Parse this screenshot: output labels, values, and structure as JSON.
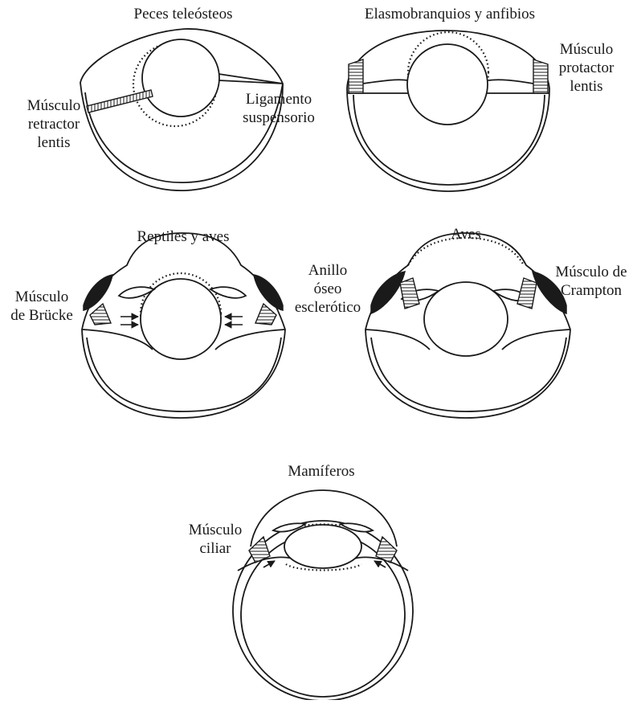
{
  "panels": [
    {
      "id": "teleosts",
      "title": "Peces teleósteos",
      "labels": {
        "left": [
          "Músculo",
          "retractor",
          "lentis"
        ],
        "right": [
          "Ligamento",
          "suspensorio"
        ]
      }
    },
    {
      "id": "elasmo",
      "title": "Elasmobranquios y anfibios",
      "labels": {
        "right": [
          "Músculo",
          "protactor",
          "lentis"
        ]
      }
    },
    {
      "id": "reptiles",
      "title": "Reptiles y aves",
      "labels": {
        "left": [
          "Músculo",
          "de Brücke"
        ],
        "right": [
          "Anillo",
          "óseo",
          "esclerótico"
        ]
      }
    },
    {
      "id": "birds",
      "title": "Aves",
      "labels": {
        "right": [
          "Músculo de",
          "Crampton"
        ]
      }
    },
    {
      "id": "mammals",
      "title": "Mamíferos",
      "labels": {
        "left": [
          "Músculo",
          "ciliar"
        ]
      }
    }
  ]
}
